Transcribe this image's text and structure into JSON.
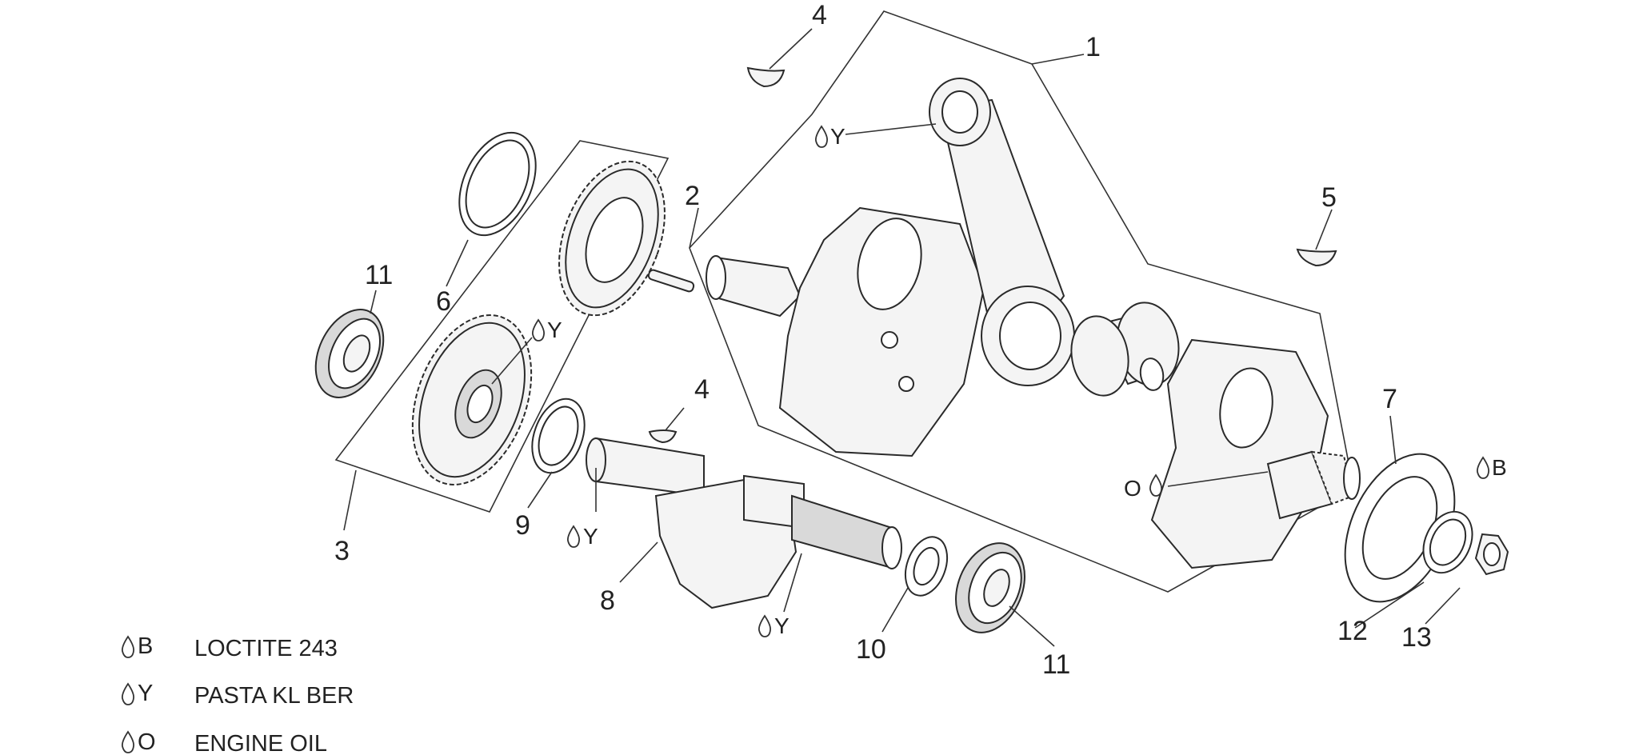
{
  "callouts": {
    "c1": "1",
    "c2": "2",
    "c3": "3",
    "c4a": "4",
    "c4b": "4",
    "c5": "5",
    "c6": "6",
    "c7": "7",
    "c8": "8",
    "c9": "9",
    "c10": "10",
    "c11a": "11",
    "c11b": "11",
    "c12": "12",
    "c13": "13"
  },
  "notes": {
    "y1": "Y",
    "y2": "Y",
    "y3": "Y",
    "y4": "Y",
    "o1": "O",
    "b1": "B"
  },
  "legend": [
    {
      "code": "B",
      "text": "LOCTITE 243"
    },
    {
      "code": "Y",
      "text": "PASTA KL BER"
    },
    {
      "code": "O",
      "text": "ENGINE OIL"
    }
  ]
}
